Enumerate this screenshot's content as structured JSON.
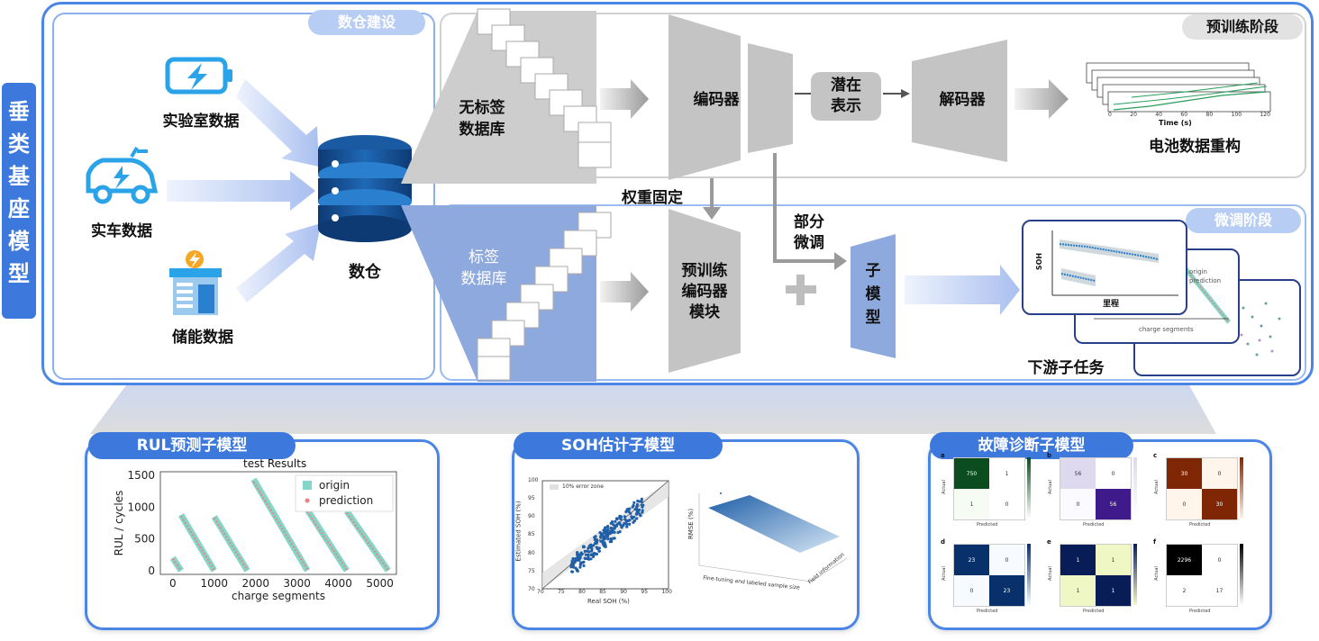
{
  "side_label": "垂类基座模型",
  "datacenter": {
    "title": "数仓建设",
    "sources": [
      "实验室数据",
      "实车数据",
      "储能数据"
    ],
    "warehouse_label": "数仓"
  },
  "pretrain": {
    "stage_label": "预训练阶段",
    "unlabeled_db": "无标签\n数据库",
    "encoder": "编码器",
    "latent": "潜在\n表示",
    "decoder": "解码器",
    "reconstruction": "电池数据重构",
    "mini_xlabel": "Time (s)",
    "mini_ticks": [
      "0",
      "20",
      "40",
      "60",
      "80",
      "100",
      "120"
    ]
  },
  "weights_frozen": "权重固定",
  "partial_ft": "部分\n微调",
  "finetune": {
    "stage_label": "微调阶段",
    "labeled_db": "标签\n数据库",
    "pretrained_module": "预训练\n编码器\n模块",
    "plus": "+",
    "submodel": "子\n模\n型",
    "downstream": "下游子任务",
    "card_soh_label": "SOH",
    "card_mileage_label": "里程",
    "card_segments_label": "charge segments",
    "card_origin": "origin",
    "card_prediction": "prediction"
  },
  "submodels": {
    "rul": {
      "title": "RUL预测子模型",
      "chart_title": "test Results",
      "ylabel": "RUL / cycles",
      "xlabel": "charge segments",
      "legend": [
        "origin",
        "prediction"
      ],
      "yticks": [
        "1500",
        "1000",
        "500",
        "0"
      ],
      "xticks": [
        "0",
        "1000",
        "2000",
        "3000",
        "4000",
        "5000"
      ]
    },
    "soh": {
      "title": "SOH估计子模型",
      "legend": "10% error zone",
      "ylabel": "Estimated SOH (%)",
      "xlabel": "Real SOH (%)",
      "yticks": [
        "100",
        "95",
        "90",
        "85",
        "80",
        "75",
        "70"
      ],
      "xticks": [
        "70",
        "75",
        "80",
        "85",
        "90",
        "95",
        "100"
      ],
      "surface_zlabel": "RMSE (%)",
      "surface_xlabel": "Fine-tuning and labeled sample size",
      "surface_ylabel": "Field information"
    },
    "fault": {
      "title": "故障诊断子模型",
      "panels": [
        {
          "letter": "a",
          "cells": [
            "750",
            "1",
            "1",
            "0"
          ],
          "colors": [
            "#0b4d1e",
            "#ffffff",
            "#f6fbf4",
            "#ffffff"
          ]
        },
        {
          "letter": "b",
          "cells": [
            "56",
            "0",
            "0",
            "56"
          ],
          "colors": [
            "#ded9ee",
            "#ffffff",
            "#fbfaff",
            "#3f1a8a"
          ]
        },
        {
          "letter": "c",
          "cells": [
            "30",
            "0",
            "0",
            "30"
          ],
          "colors": [
            "#7f2704",
            "#fff5eb",
            "#fff5eb",
            "#7f2704"
          ]
        },
        {
          "letter": "d",
          "cells": [
            "23",
            "0",
            "0",
            "23"
          ],
          "colors": [
            "#08306b",
            "#f7fbff",
            "#f7fbff",
            "#08306b"
          ]
        },
        {
          "letter": "e",
          "cells": [
            "1",
            "1",
            "1",
            "1"
          ],
          "colors": [
            "#081d58",
            "#eff8c4",
            "#eff8c4",
            "#081d58"
          ]
        },
        {
          "letter": "f",
          "cells": [
            "2296",
            "0",
            "2",
            "17"
          ],
          "colors": [
            "#000000",
            "#ffffff",
            "#ffffff",
            "#ffffff"
          ]
        }
      ],
      "axis_predicted": "Predicted",
      "axis_actual": "Actual",
      "panel_title": "ResNet"
    }
  },
  "chart_data": {
    "type": "scatter",
    "title": "test Results",
    "xlabel": "charge segments",
    "ylabel": "RUL / cycles",
    "xlim": [
      -300,
      5400
    ],
    "ylim": [
      -60,
      1560
    ],
    "legend_position": "top-right",
    "series": [
      {
        "name": "origin",
        "segments": [
          [
            0,
            200,
            200,
            0
          ],
          [
            200,
            1000,
            880,
            0
          ],
          [
            1000,
            1800,
            850,
            0
          ],
          [
            1950,
            3250,
            1440,
            0
          ],
          [
            3250,
            4200,
            960,
            0
          ],
          [
            4200,
            5200,
            940,
            0
          ]
        ]
      },
      {
        "name": "prediction",
        "segments": [
          [
            0,
            200,
            190,
            0
          ],
          [
            200,
            1000,
            860,
            10
          ],
          [
            1000,
            1800,
            830,
            10
          ],
          [
            1950,
            3250,
            1400,
            20
          ],
          [
            3250,
            4200,
            930,
            10
          ],
          [
            4200,
            5200,
            910,
            10
          ]
        ]
      }
    ]
  },
  "colors": {
    "accent": "#3d78dc",
    "frame": "#4b86e6",
    "gray_block": "#c4c4c4",
    "blue_block": "#8ea9dd",
    "origin": "#83d6c8",
    "prediction": "#f08080"
  }
}
